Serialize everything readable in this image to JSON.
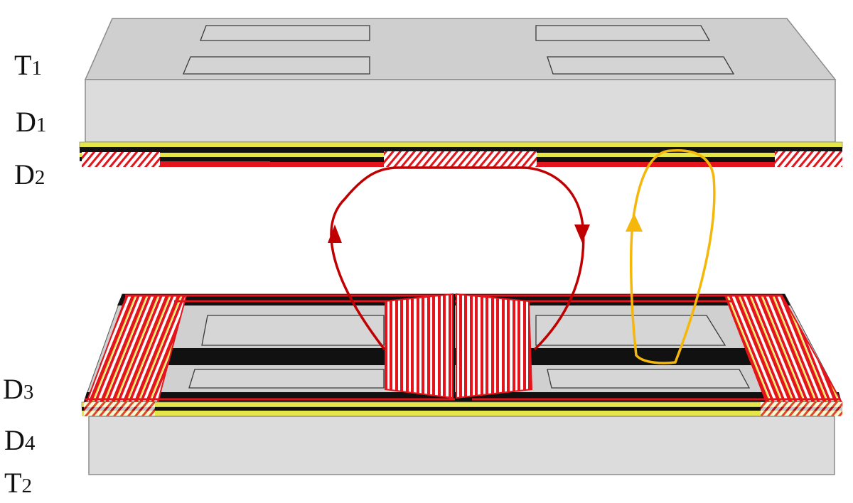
{
  "labels": [
    {
      "id": "t1",
      "main": "T",
      "sub": "1"
    },
    {
      "id": "d1",
      "main": "D",
      "sub": "1"
    },
    {
      "id": "d2",
      "main": "D",
      "sub": "2"
    },
    {
      "id": "d3",
      "main": "D",
      "sub": "3"
    },
    {
      "id": "d4",
      "main": "D",
      "sub": "4"
    },
    {
      "id": "t2",
      "main": "T",
      "sub": "2"
    }
  ],
  "colors": {
    "block_face": "#d9d9d9",
    "block_top": "#cfcfcf",
    "block_edge": "#8c8c8c",
    "coil_red": "#e3141b",
    "coil_yellow": "#e6e64a",
    "plate_dark": "#111111",
    "flux_main": "#c00000",
    "flux_leak": "#f5b80a"
  },
  "icons": {
    "flux_arrow_main": "triangle-arrow-icon",
    "flux_arrow_leak": "triangle-arrow-icon"
  }
}
